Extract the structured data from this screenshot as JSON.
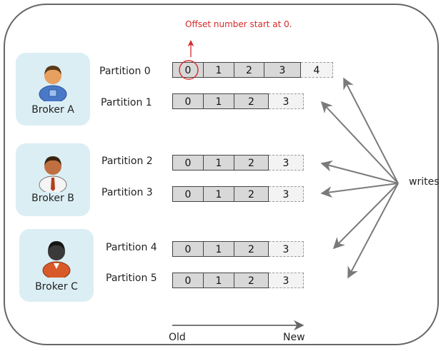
{
  "annotation": {
    "offset_note": "Offset number start at 0."
  },
  "writes_label": "writes",
  "axis": {
    "old_label": "Old",
    "new_label": "New"
  },
  "colors": {
    "annotation": "#d42a2a",
    "broker_bg": "#dbeef4",
    "cell_fill": "#d8d8d8"
  },
  "brokers": [
    {
      "label": "Broker A",
      "icon": "user-blue-icon"
    },
    {
      "label": "Broker B",
      "icon": "user-tie-icon"
    },
    {
      "label": "Broker C",
      "icon": "user-dark-icon"
    }
  ],
  "partitions": [
    {
      "label": "Partition 0",
      "offsets": [
        "0",
        "1",
        "2",
        "3"
      ],
      "next_offset": "4"
    },
    {
      "label": "Partition 1",
      "offsets": [
        "0",
        "1",
        "2"
      ],
      "next_offset": "3"
    },
    {
      "label": "Partition 2",
      "offsets": [
        "0",
        "1",
        "2"
      ],
      "next_offset": "3"
    },
    {
      "label": "Partition 3",
      "offsets": [
        "0",
        "1",
        "2"
      ],
      "next_offset": "3"
    },
    {
      "label": "Partition 4",
      "offsets": [
        "0",
        "1",
        "2"
      ],
      "next_offset": "3"
    },
    {
      "label": "Partition 5",
      "offsets": [
        "0",
        "1",
        "2"
      ],
      "next_offset": "3"
    }
  ]
}
